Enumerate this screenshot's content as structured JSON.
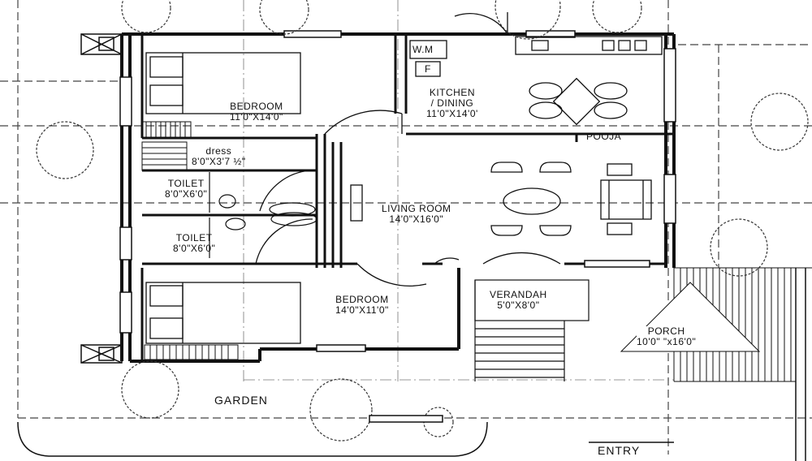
{
  "rooms": {
    "bedroom1": {
      "name": "BEDROOM",
      "size": "11'0\"X14'0\""
    },
    "kitchen": {
      "name": "KITCHEN",
      "name2": "/ DINING",
      "size": "11'0\"X14'0'"
    },
    "dress": {
      "name": "dress",
      "size": "8'0\"X3'7 ½\""
    },
    "toilet1": {
      "name": "TOILET",
      "size": "8'0\"X6'0\""
    },
    "toilet2": {
      "name": "TOILET",
      "size": "8'0\"X6'0\""
    },
    "living": {
      "name": "LIVING ROOM",
      "size": "14'0\"X16'0\""
    },
    "pooja": {
      "name": "POOJA"
    },
    "bedroom2": {
      "name": "BEDROOM",
      "size": "14'0\"X11'0\""
    },
    "verandah": {
      "name": "VERANDAH",
      "size": "5'0\"X8'0\""
    },
    "porch": {
      "name": "PORCH",
      "size": "10'0\" \"x16'0\""
    }
  },
  "appliances": {
    "wm": "W.M",
    "fridge": "F"
  },
  "outside": {
    "garden": "GARDEN",
    "entry": "ENTRY"
  }
}
